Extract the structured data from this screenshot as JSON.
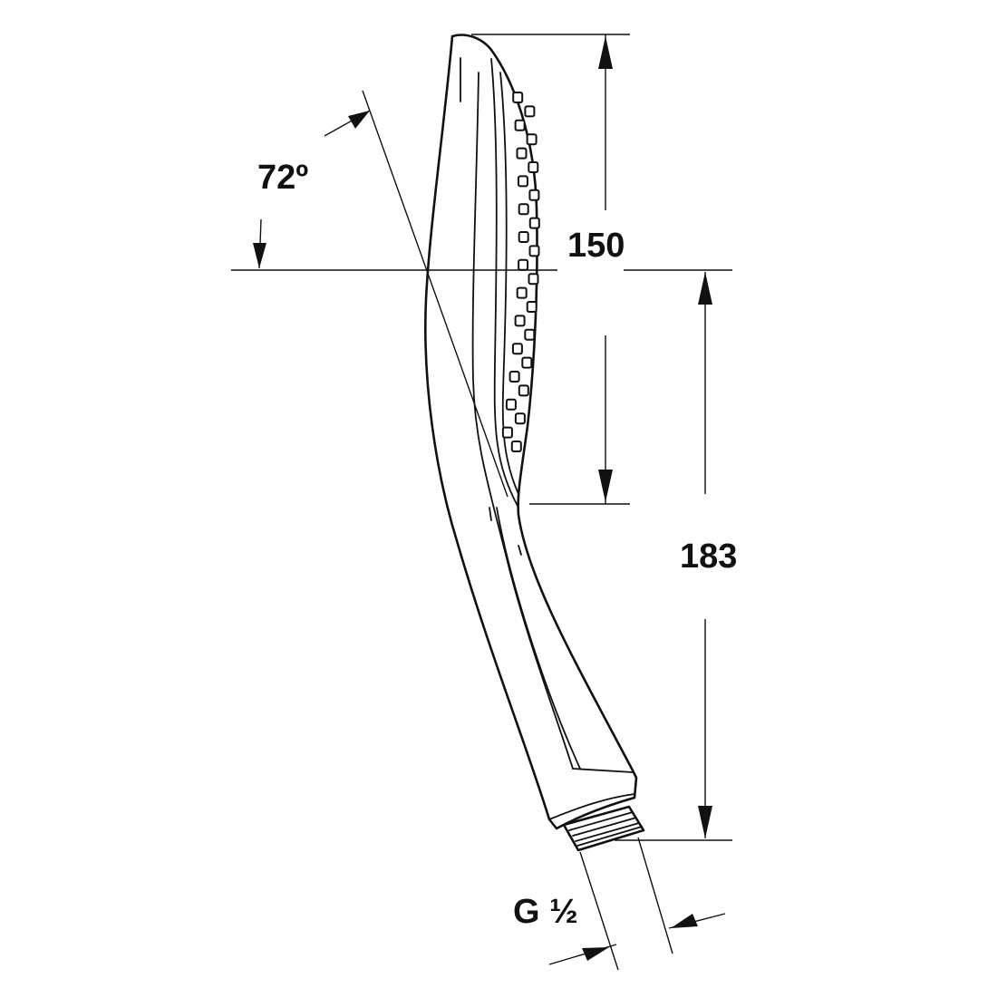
{
  "dimensions": {
    "angle_label": "72º",
    "head_length": "150",
    "total_height": "183",
    "thread_label": "G ½"
  }
}
